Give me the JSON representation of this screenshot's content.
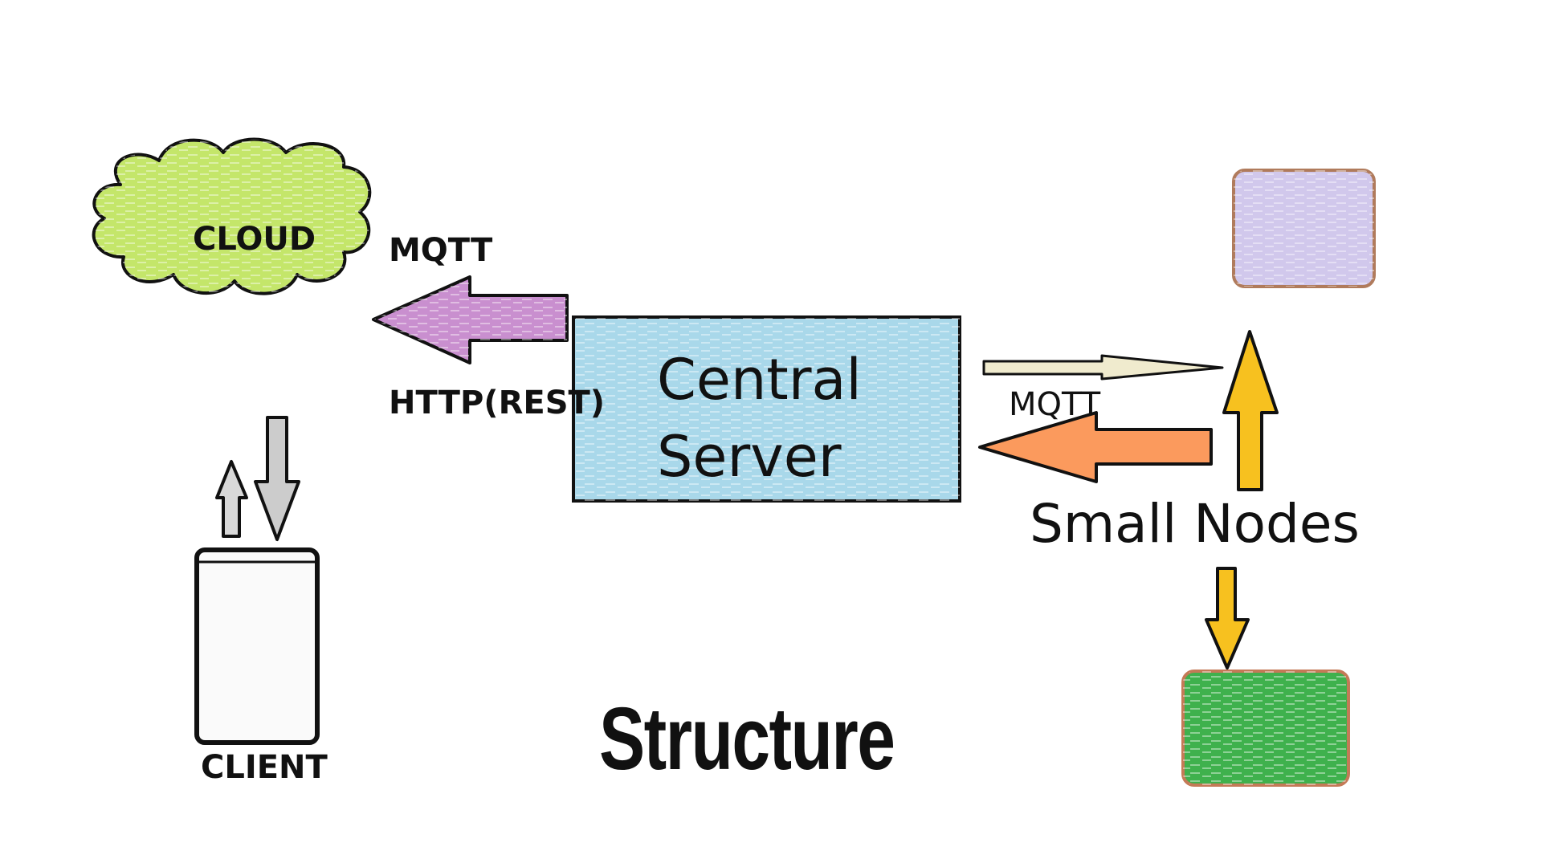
{
  "labels": {
    "cloud": "CLOUD",
    "mqtt_cloud": "MQTT",
    "http_rest": "HTTP(REST)",
    "central_server_line1": "Central",
    "central_server_line2": "Server",
    "mqtt_nodes": "MQTT",
    "small_nodes": "Small Nodes",
    "client": "CLIENT",
    "title": "Structure"
  },
  "colors": {
    "cloud_fill": "#c4e66a",
    "server_fill": "#a9d8ea",
    "node_top_fill": "#d1c8ec",
    "node_top_border": "#b07b5c",
    "node_bottom_fill": "#3fb14d",
    "node_bottom_border": "#c47a57",
    "client_fill": "#fafafa",
    "arrow_purple": "#c98fcf",
    "arrow_cream": "#f0ebce",
    "arrow_orange": "#fb9a5d",
    "arrow_yellow": "#f7c11f",
    "arrow_grey": "#cccccc",
    "ink": "#111111"
  }
}
